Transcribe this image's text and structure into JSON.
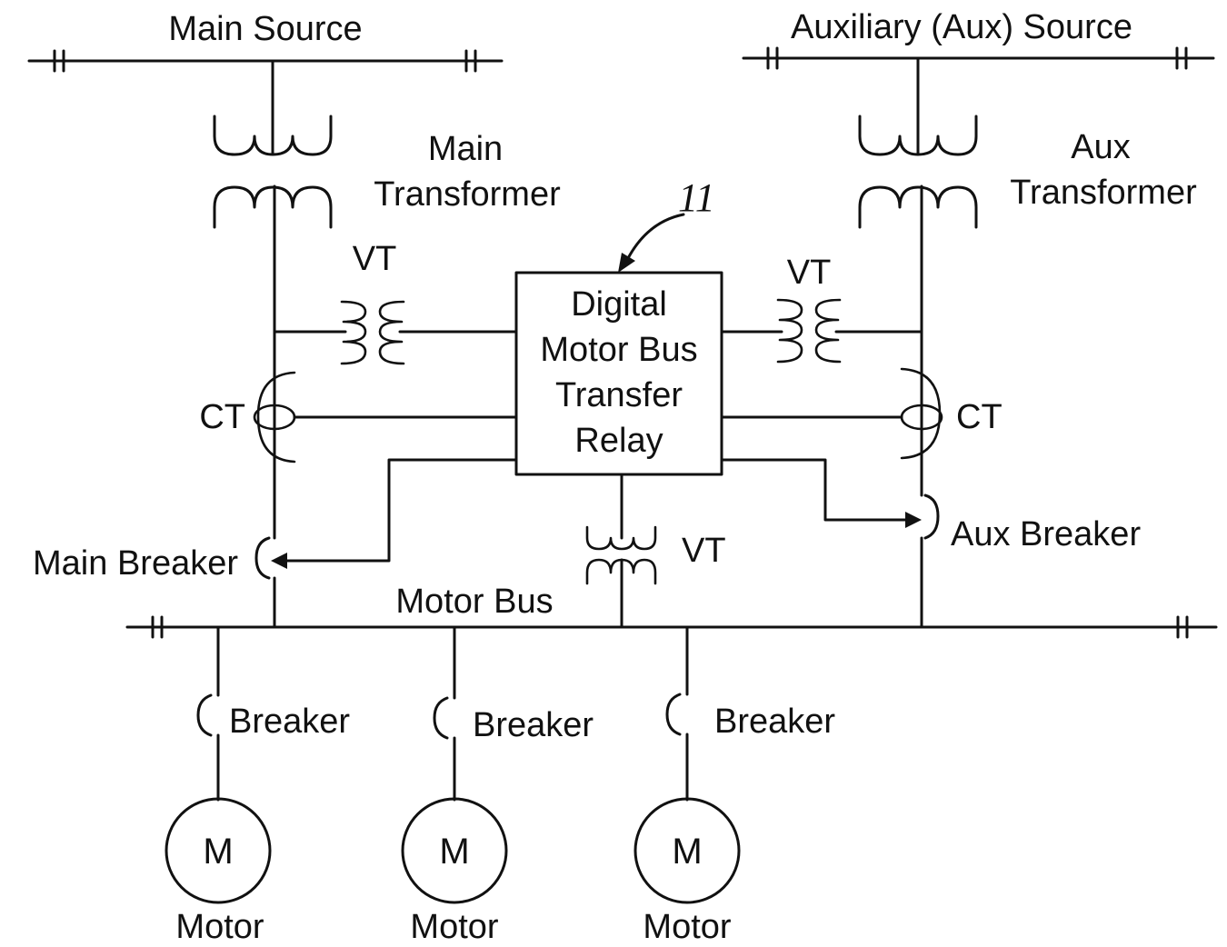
{
  "labels": {
    "main_source": "Main Source",
    "aux_source": "Auxiliary (Aux) Source",
    "main_transformer_1": "Main",
    "main_transformer_2": "Transformer",
    "aux_transformer_1": "Aux",
    "aux_transformer_2": "Transformer",
    "vt_left": "VT",
    "vt_right": "VT",
    "vt_bottom": "VT",
    "ct_left": "CT",
    "ct_right": "CT",
    "relay_line1": "Digital",
    "relay_line2": "Motor Bus",
    "relay_line3": "Transfer",
    "relay_line4": "Relay",
    "reference_numeral": "11",
    "main_breaker": "Main Breaker",
    "aux_breaker": "Aux Breaker",
    "motor_bus": "Motor Bus",
    "breaker_1": "Breaker",
    "breaker_2": "Breaker",
    "breaker_3": "Breaker",
    "motor_symbol_1": "M",
    "motor_symbol_2": "M",
    "motor_symbol_3": "M",
    "motor_1": "Motor",
    "motor_2": "Motor",
    "motor_3": "Motor"
  }
}
